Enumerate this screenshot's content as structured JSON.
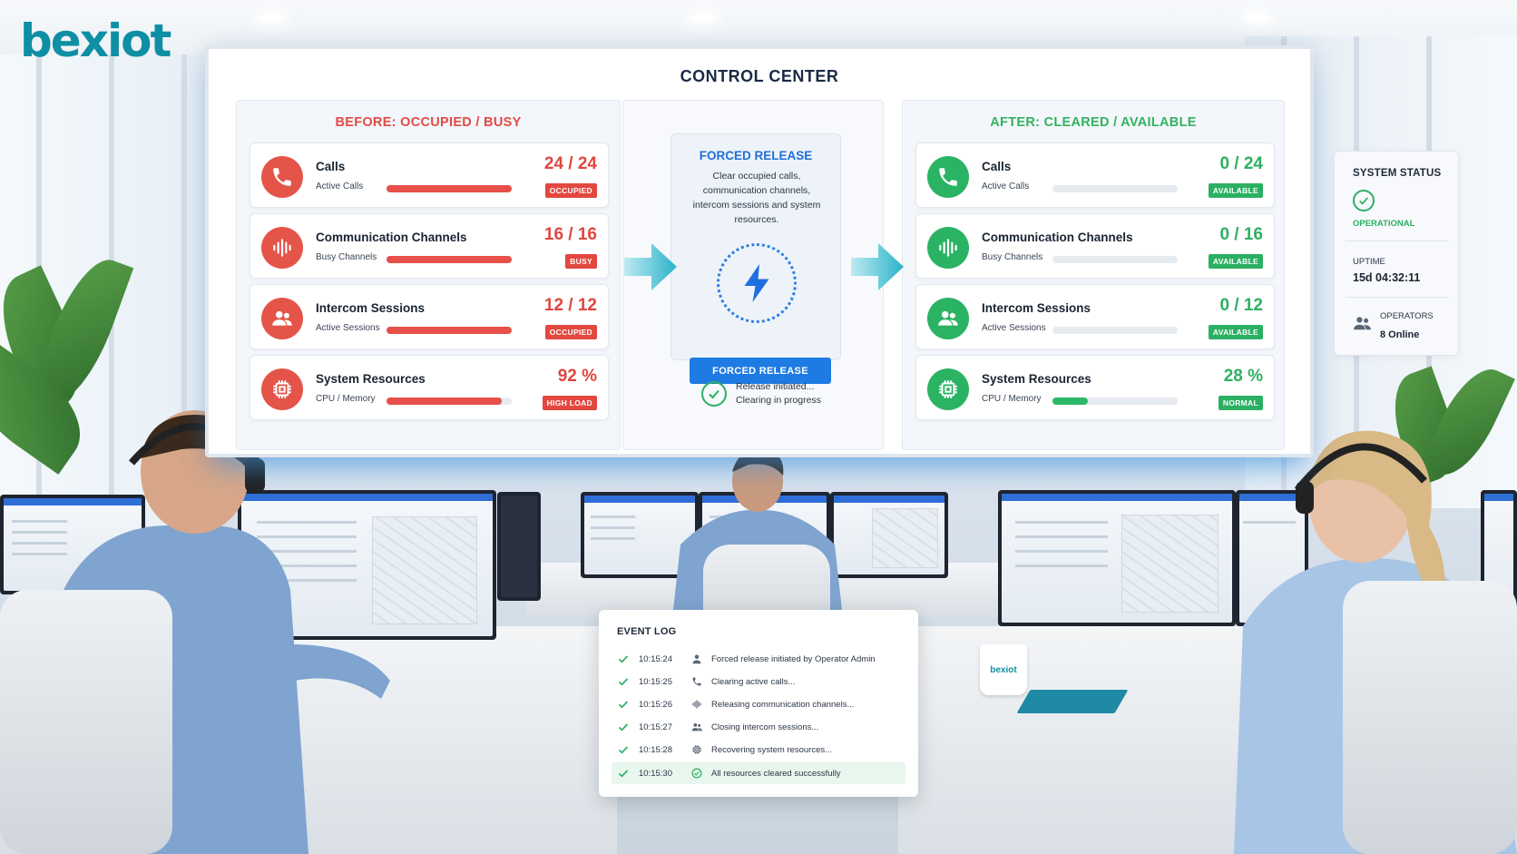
{
  "brand": {
    "logo": "bexiot",
    "mug_logo": "bexiot"
  },
  "wall": {
    "title": "CONTROL CENTER",
    "before": {
      "heading": "BEFORE: OCCUPIED / BUSY",
      "cards": [
        {
          "name": "Calls",
          "sub": "Active Calls",
          "value": "24 / 24",
          "badge": "OCCUPIED",
          "level": 100,
          "icon": "phone-icon"
        },
        {
          "name": "Communication Channels",
          "sub": "Busy Channels",
          "value": "16 / 16",
          "badge": "BUSY",
          "level": 100,
          "icon": "waveform-icon"
        },
        {
          "name": "Intercom Sessions",
          "sub": "Active Sessions",
          "value": "12 / 12",
          "badge": "OCCUPIED",
          "level": 100,
          "icon": "users-icon"
        },
        {
          "name": "System Resources",
          "sub": "CPU / Memory",
          "value": "92 %",
          "badge": "HIGH LOAD",
          "level": 92,
          "icon": "cpu-icon"
        }
      ]
    },
    "middle": {
      "title": "FORCED RELEASE",
      "description": "Clear occupied calls, communication channels, intercom sessions and system resources.",
      "button": "FORCED RELEASE",
      "status_line1": "Release initiated...",
      "status_line2": "Clearing in progress"
    },
    "after": {
      "heading": "AFTER: CLEARED / AVAILABLE",
      "cards": [
        {
          "name": "Calls",
          "sub": "Active Calls",
          "value": "0 / 24",
          "badge": "AVAILABLE",
          "level": 0,
          "icon": "phone-icon"
        },
        {
          "name": "Communication Channels",
          "sub": "Busy Channels",
          "value": "0 / 16",
          "badge": "AVAILABLE",
          "level": 0,
          "icon": "waveform-icon"
        },
        {
          "name": "Intercom Sessions",
          "sub": "Active Sessions",
          "value": "0 / 12",
          "badge": "AVAILABLE",
          "level": 0,
          "icon": "users-icon"
        },
        {
          "name": "System Resources",
          "sub": "CPU / Memory",
          "value": "28 %",
          "badge": "NORMAL",
          "level": 28,
          "icon": "cpu-icon"
        }
      ]
    }
  },
  "system_status": {
    "title": "SYSTEM STATUS",
    "state": "OPERATIONAL",
    "uptime_label": "UPTIME",
    "uptime_value": "15d 04:32:11",
    "operators_label": "OPERATORS",
    "operators_value": "8 Online"
  },
  "event_log": {
    "title": "EVENT LOG",
    "rows": [
      {
        "time": "10:15:24",
        "text": "Forced release initiated by Operator Admin",
        "icon": "user-icon"
      },
      {
        "time": "10:15:25",
        "text": "Clearing active calls...",
        "icon": "phone-icon"
      },
      {
        "time": "10:15:26",
        "text": "Releasing communication channels...",
        "icon": "waveform-icon"
      },
      {
        "time": "10:15:27",
        "text": "Closing intercom sessions...",
        "icon": "users-icon"
      },
      {
        "time": "10:15:28",
        "text": "Recovering system resources...",
        "icon": "cpu-icon"
      },
      {
        "time": "10:15:30",
        "text": "All resources cleared successfully",
        "icon": "check-circle-icon"
      }
    ]
  },
  "colors": {
    "busy": "#e55449",
    "available": "#2bb364",
    "accent": "#1e7be3",
    "brand": "#0f8fa3"
  }
}
